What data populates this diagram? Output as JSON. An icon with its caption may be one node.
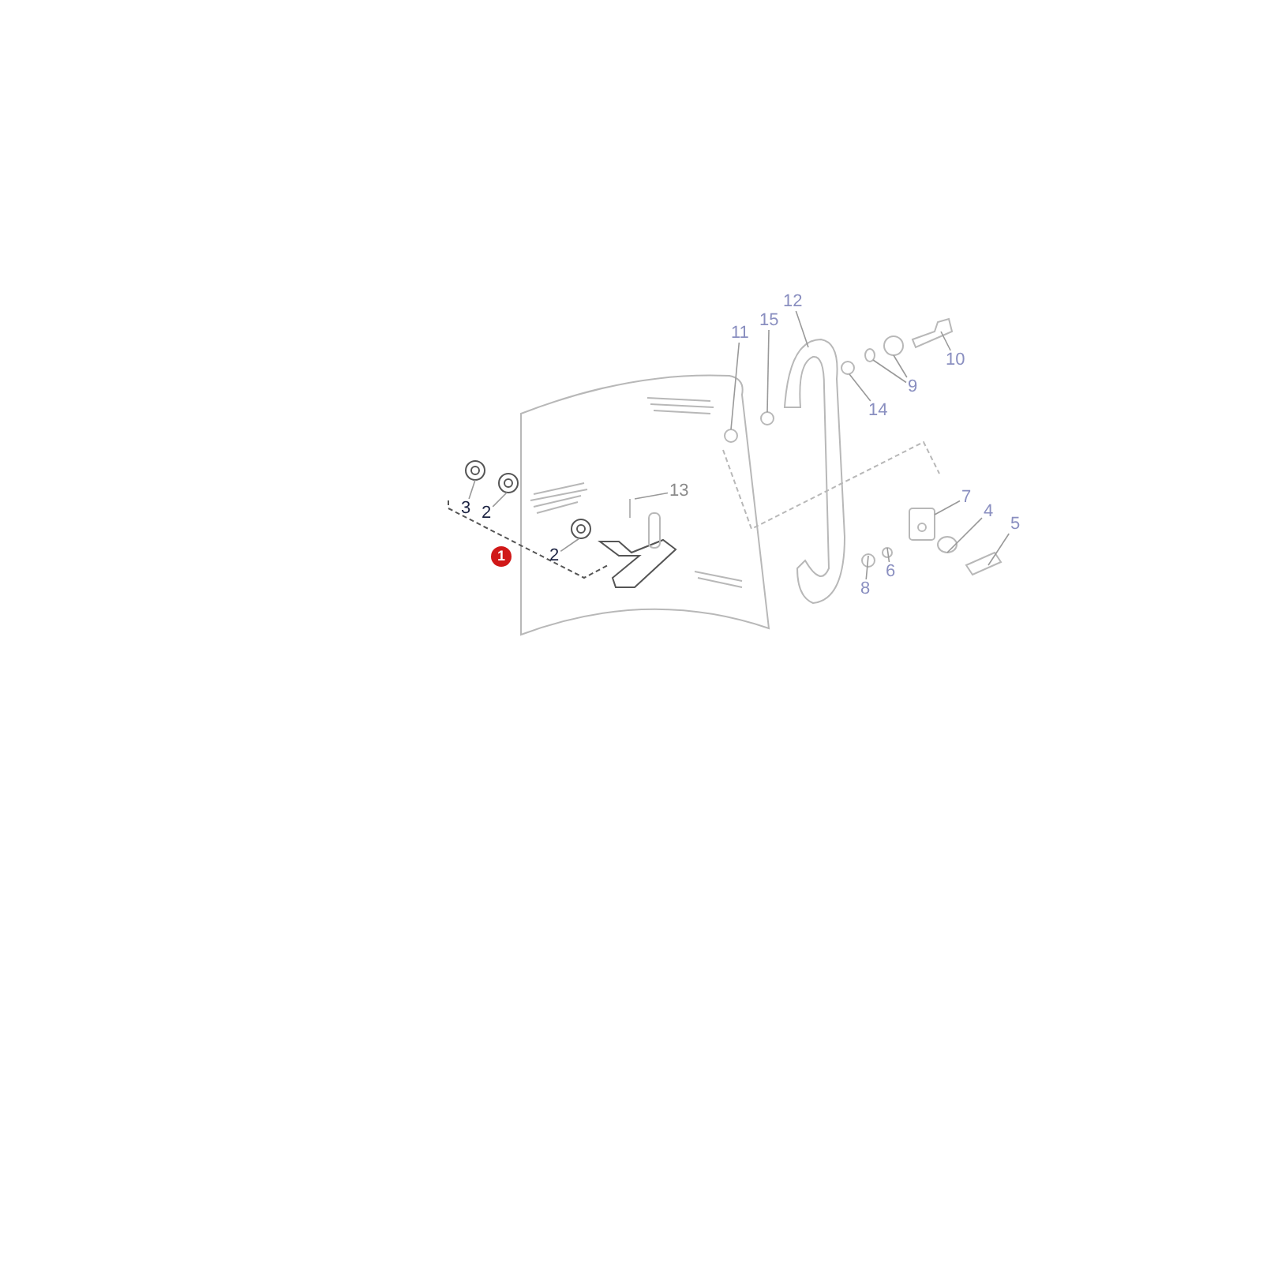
{
  "diagram": {
    "nodes": [
      {
        "text": [
          "3"
        ]
      },
      {
        "text": [
          "2"
        ]
      },
      {
        "text": [
          "2"
        ]
      },
      {
        "text": [
          "13"
        ]
      },
      {
        "text": [
          "11"
        ]
      },
      {
        "text": [
          "15"
        ]
      },
      {
        "text": [
          "12"
        ]
      },
      {
        "text": [
          "10"
        ]
      },
      {
        "text": [
          "9"
        ]
      },
      {
        "text": [
          "14"
        ]
      },
      {
        "text": [
          "7"
        ]
      },
      {
        "text": [
          "4"
        ]
      },
      {
        "text": [
          "5"
        ]
      },
      {
        "text": [
          "8"
        ]
      },
      {
        "text": [
          "6"
        ]
      }
    ],
    "edges": [
      {
        "from": 0,
        "to": null,
        "arrow": "none"
      },
      {
        "from": 1,
        "to": null,
        "arrow": "none"
      },
      {
        "from": 2,
        "to": null,
        "arrow": "none"
      },
      {
        "from": 3,
        "to": null,
        "arrow": "none"
      },
      {
        "from": 4,
        "to": null,
        "arrow": "none"
      },
      {
        "from": 5,
        "to": null,
        "arrow": "none"
      },
      {
        "from": 6,
        "to": null,
        "arrow": "none"
      },
      {
        "from": 7,
        "to": null,
        "arrow": "none"
      },
      {
        "from": 8,
        "to": null,
        "arrow": "none"
      },
      {
        "from": 8,
        "to": null,
        "arrow": "none"
      },
      {
        "from": 9,
        "to": null,
        "arrow": "none"
      },
      {
        "from": 10,
        "to": null,
        "arrow": "none"
      },
      {
        "from": 11,
        "to": null,
        "arrow": "none"
      },
      {
        "from": 12,
        "to": null,
        "arrow": "none"
      },
      {
        "from": 13,
        "to": null,
        "arrow": "none"
      },
      {
        "from": 14,
        "to": null,
        "arrow": "none"
      }
    ],
    "labels": [
      "1"
    ]
  }
}
